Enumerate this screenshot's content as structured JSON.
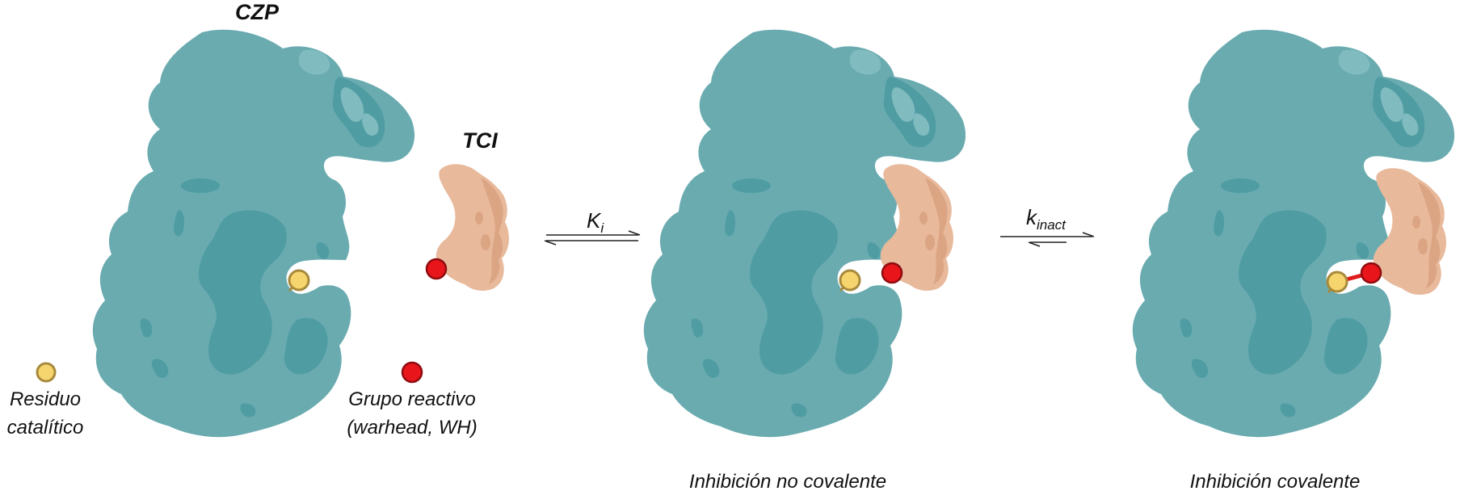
{
  "labels": {
    "enzyme": "CZP",
    "inhibitor": "TCI",
    "catalytic_residue_line1": "Residuo",
    "catalytic_residue_line2": "catalítico",
    "reactive_group_line1": "Grupo reactivo",
    "reactive_group_line2": "(warhead, WH)",
    "noncovalent": "Inhibición no covalente",
    "covalent": "Inhibición covalente"
  },
  "equilibria": {
    "first": {
      "symbol": "K",
      "subscript": "i"
    },
    "second": {
      "symbol": "k",
      "subscript": "inact"
    }
  },
  "colors": {
    "protein_fill": "#6aabb0",
    "protein_shadow": "#4f9da3",
    "protein_highlight": "#80bbbf",
    "inhibitor_fill": "#e8b99b",
    "inhibitor_shadow": "#dba584",
    "residue_fill": "#f6d56e",
    "residue_stroke": "#a88a3c",
    "warhead_fill": "#e8151b",
    "warhead_stroke": "#8f0b0f",
    "covalent_bond": "#e01b1b"
  }
}
